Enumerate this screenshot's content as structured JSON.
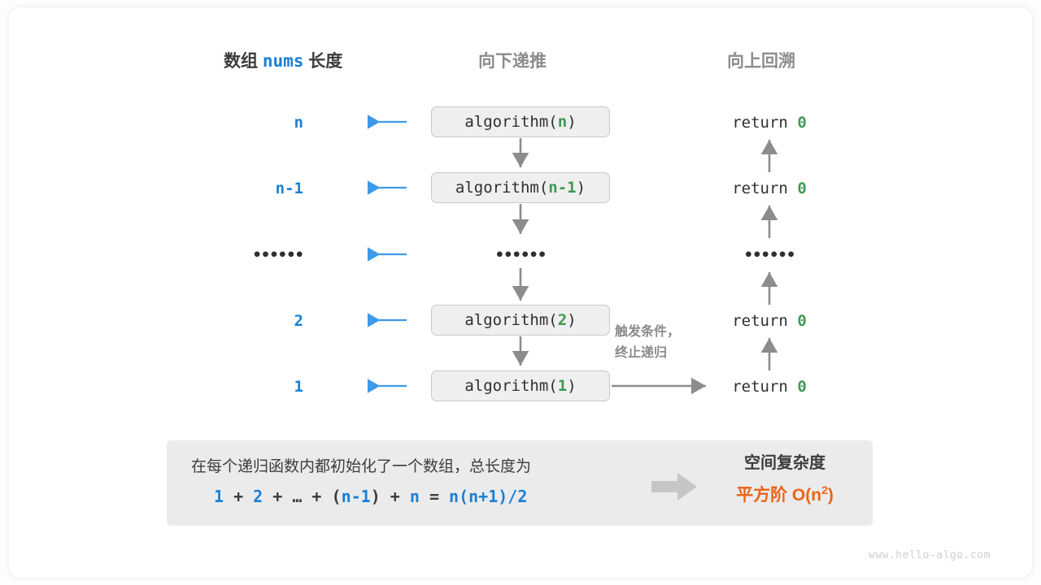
{
  "headers": {
    "left_prefix": "数组 ",
    "left_mono": "nums",
    "left_suffix": " 长度",
    "down": "向下递推",
    "up": "向上回溯"
  },
  "rows": [
    {
      "length": "n",
      "call_prefix": "algorithm(",
      "call_arg": "n",
      "call_suffix": ")",
      "ret_text": "return ",
      "ret_value": "0"
    },
    {
      "length": "n-1",
      "call_prefix": "algorithm(",
      "call_arg": "n-1",
      "call_suffix": ")",
      "ret_text": "return ",
      "ret_value": "0"
    },
    {
      "length": "••••••",
      "call_prefix": "",
      "call_arg": "••••••",
      "call_suffix": "",
      "ret_text": "",
      "ret_value": "••••••"
    },
    {
      "length": "2",
      "call_prefix": "algorithm(",
      "call_arg": "2",
      "call_suffix": ")",
      "ret_text": "return ",
      "ret_value": "0"
    },
    {
      "length": "1",
      "call_prefix": "algorithm(",
      "call_arg": "1",
      "call_suffix": ")",
      "ret_text": "return ",
      "ret_value": "0"
    }
  ],
  "trigger_note": {
    "line1": "触发条件，",
    "line2": "终止递归"
  },
  "summary": {
    "description": "在每个递归函数内都初始化了一个数组，总长度为",
    "formula": {
      "t1": "1",
      "o1": " + ",
      "t2": "2",
      "o2": " + ",
      "t3": "…",
      "o3": " + ",
      "p_open": "(",
      "t4": "n-1",
      "p_close": ")",
      "o4": " + ",
      "t5": "n",
      "eq": " = ",
      "t6": "n(n+1)/2"
    },
    "right_title": "空间复杂度",
    "right_value_prefix": "平方阶  O(n",
    "right_value_exp": "2",
    "right_value_suffix": ")"
  },
  "watermark": "www.hello-algo.com",
  "colors": {
    "blue": "#1a7fd4",
    "green": "#3f9952",
    "orange": "#ec6316",
    "gray_arrow": "#8c8c8c",
    "box_fill": "#efefef",
    "panel_fill": "#ebebeb"
  }
}
